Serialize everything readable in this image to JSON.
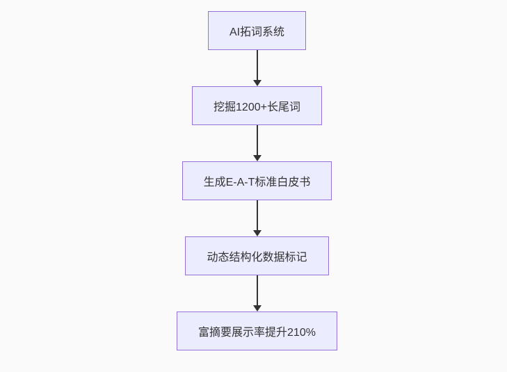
{
  "page": {
    "background_color": "#fafafa"
  },
  "flowchart": {
    "type": "flowchart",
    "direction": "top-down",
    "node_fill_color": "#ECECFF",
    "node_border_color": "#9370DB",
    "node_text_color": "#333333",
    "arrow_color": "#333333",
    "nodes": [
      {
        "id": "A",
        "label": "AI拓词系统"
      },
      {
        "id": "B",
        "label": "挖掘1200+长尾词"
      },
      {
        "id": "C",
        "label": "生成E-A-T标准白皮书"
      },
      {
        "id": "D",
        "label": "动态结构化数据标记"
      },
      {
        "id": "E",
        "label": "富摘要展示率提升210%"
      }
    ],
    "edges": [
      {
        "from": "A",
        "to": "B"
      },
      {
        "from": "B",
        "to": "C"
      },
      {
        "from": "C",
        "to": "D"
      },
      {
        "from": "D",
        "to": "E"
      }
    ]
  }
}
